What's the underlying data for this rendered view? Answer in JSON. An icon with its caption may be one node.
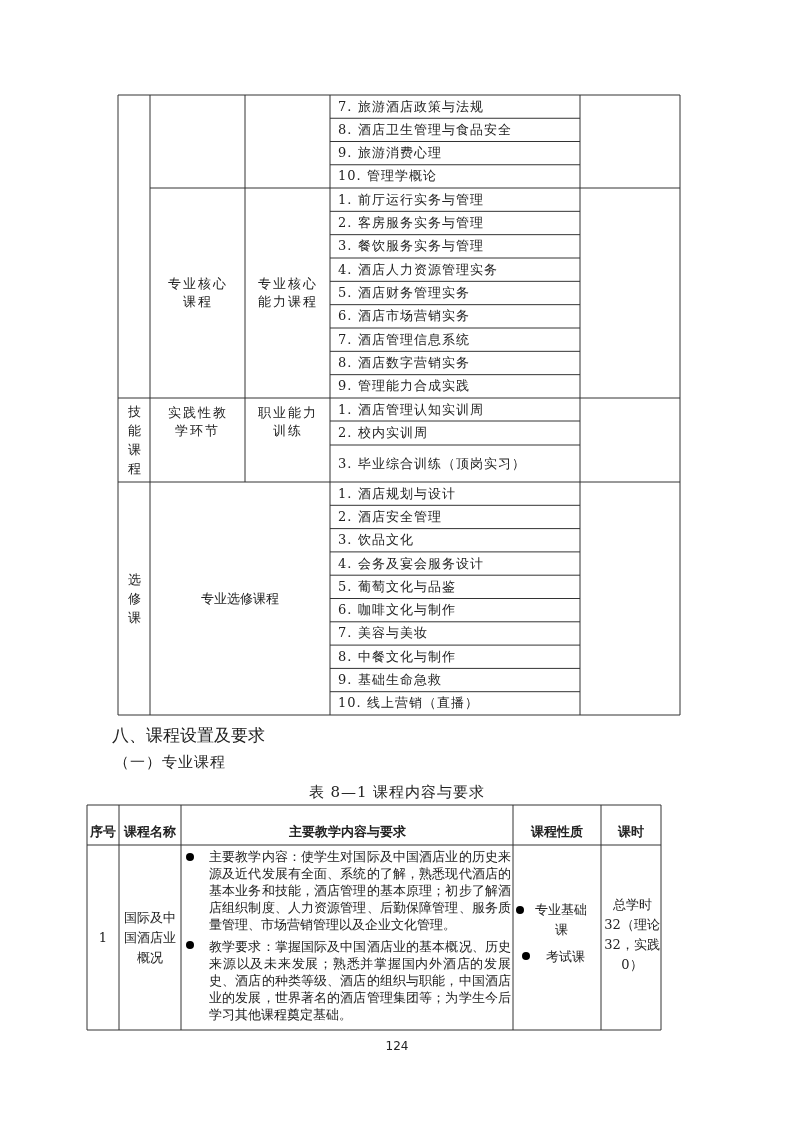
{
  "diagram": {
    "labels": [
      "7. 旅游酒店政策与法规",
      "8. 酒店卫生管理与食品安全",
      "9. 旅游消费心理",
      "10. 管理学概论",
      "专业核心课程",
      "专业核心能力课程",
      "1. 前厅运行实务与管理",
      "2. 客房服务实务与管理",
      "3. 餐饮服务实务与管理",
      "4. 酒店人力资源管理实务",
      "5. 酒店财务管理实务",
      "6. 酒店市场营销实务",
      "7. 酒店管理信息系统",
      "8. 酒店数字营销实务",
      "9. 管理能力合成实践",
      "技能课程",
      "实践性教学环节",
      "职业能力训练",
      "1. 酒店管理认知实训周",
      "2. 校内实训周",
      "3. 毕业综合训练（顶岗实习）",
      "选修课",
      "专业选修课程",
      "1. 酒店规划与设计",
      "2. 酒店安全管理",
      "3. 饮品文化",
      "4. 会务及宴会服务设计",
      "5. 葡萄文化与品鉴",
      "6. 咖啡文化与制作",
      "7. 美容与美妆",
      "8. 中餐文化与制作",
      "9. 基础生命急救",
      "10. 线上营销（直播）",
      "八、课程设置及要求",
      "（一）专业课程",
      "表 8—1 课程内容与要求",
      "序号",
      "课程名称",
      "主要教学内容与要求",
      "课程性质",
      "课时",
      "1",
      "国际及中国酒店业概况",
      "主要教学内容：使学生对国际及中国酒店业的历史来源及近代发展有全面、系统的了解，熟悉现代酒店的基本业务和技能，酒店管理的基本原理；初步了解酒店组织制度、人力资源管理、后勤保障管理、服务质量管理、市场营销管理以及企业文化管理。",
      "教学要求：掌握国际及中国酒店业的基本概况、历史来源以及未来发展；熟悉并掌握国内外酒店的发展史、酒店的种类等级、酒店的组织与职能，中国酒店业的发展，世界著名的酒店管理集团等；为学生今后学习其他课程奠定基础。",
      "专业基础课",
      "考试课",
      "总学时 32（理论 32，实践 0）",
      "124"
    ]
  }
}
